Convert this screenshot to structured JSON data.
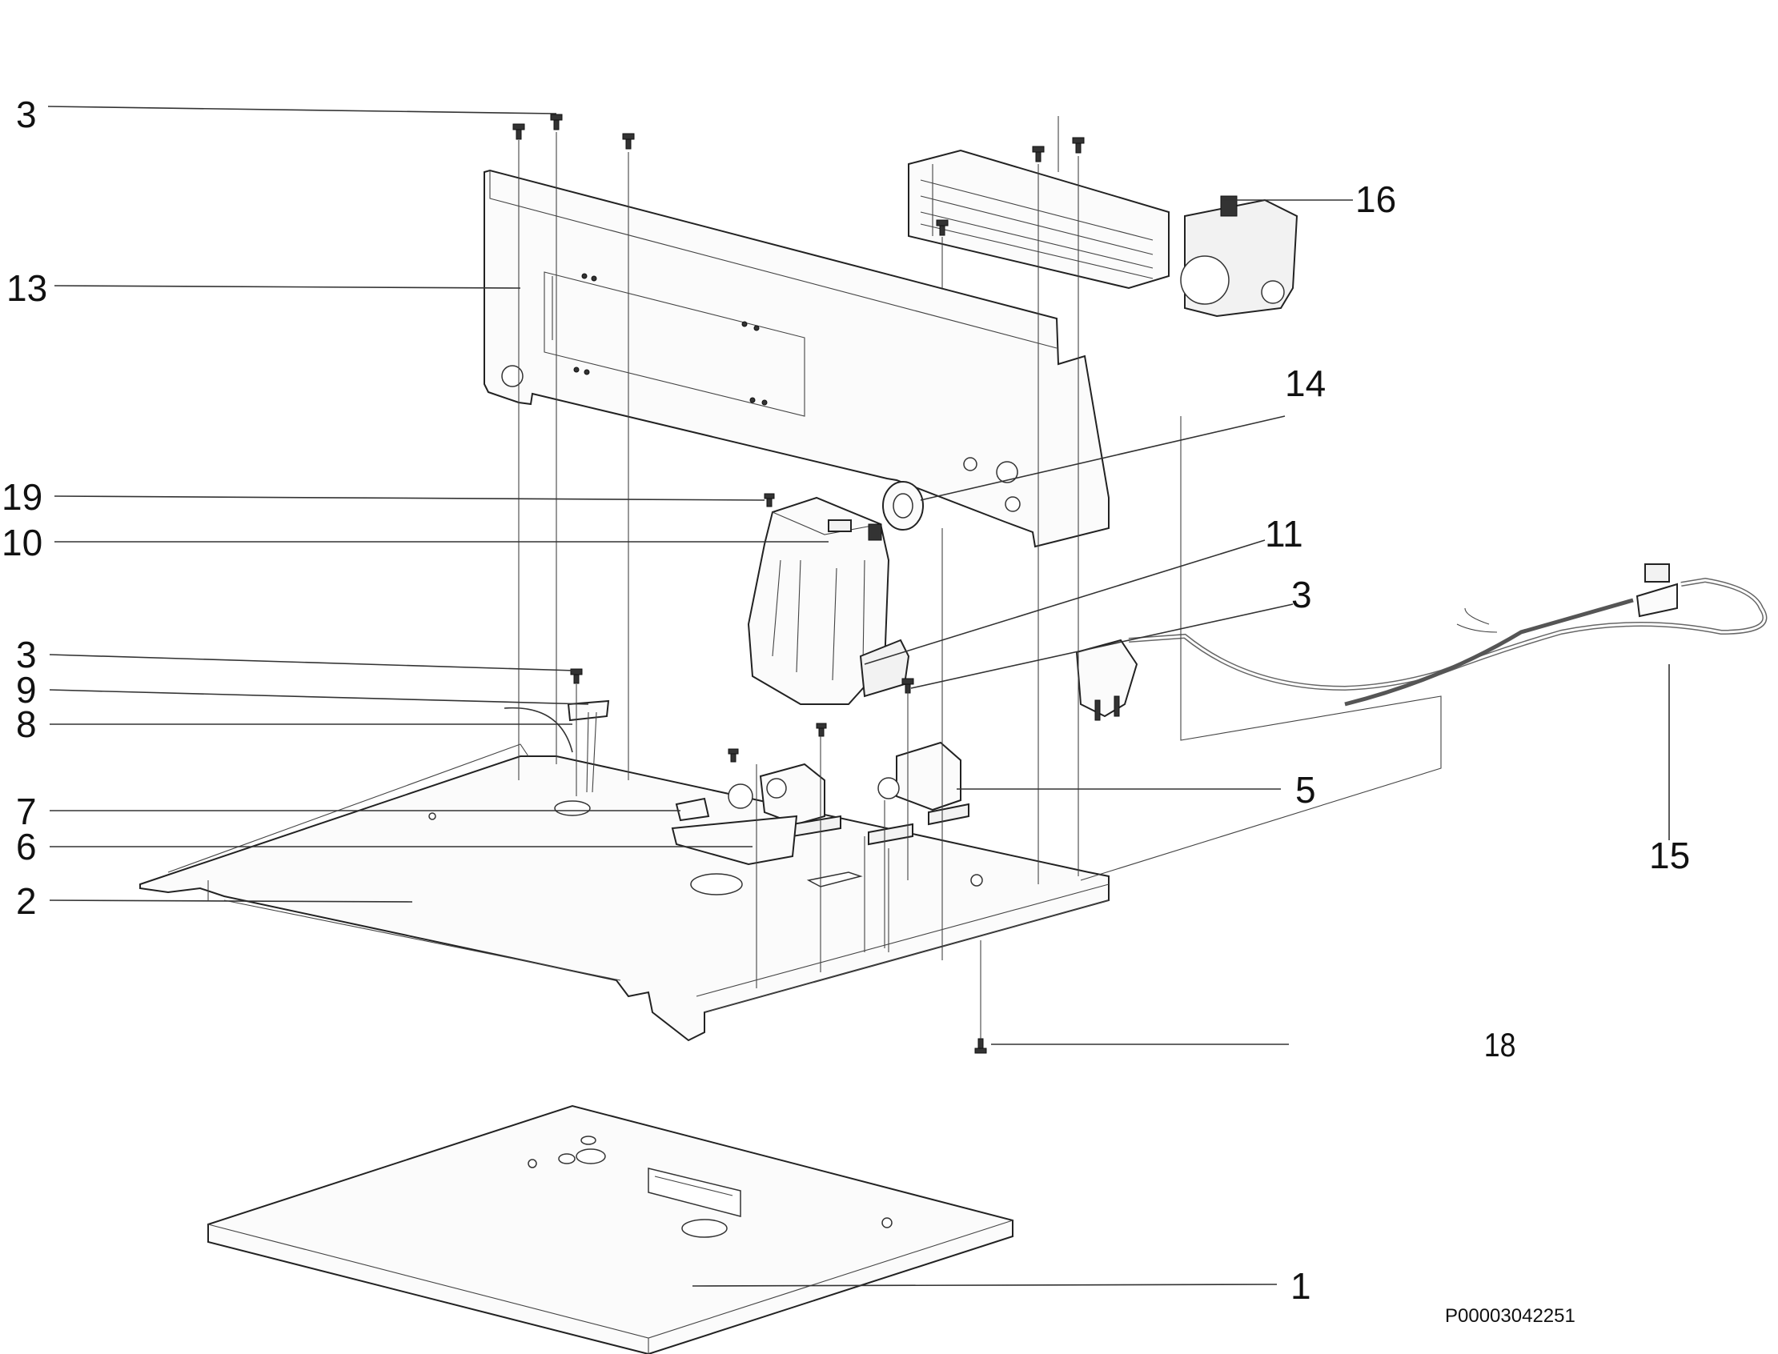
{
  "diagram": {
    "reference_code": "P00003042251",
    "callouts": [
      {
        "id": "c3a",
        "label": "3"
      },
      {
        "id": "c13",
        "label": "13"
      },
      {
        "id": "c16",
        "label": "16"
      },
      {
        "id": "c14",
        "label": "14"
      },
      {
        "id": "c19",
        "label": "19"
      },
      {
        "id": "c10",
        "label": "10"
      },
      {
        "id": "c11",
        "label": "11"
      },
      {
        "id": "c3b",
        "label": "3"
      },
      {
        "id": "c3c",
        "label": "3"
      },
      {
        "id": "c9",
        "label": "9"
      },
      {
        "id": "c8",
        "label": "8"
      },
      {
        "id": "c5",
        "label": "5"
      },
      {
        "id": "c7",
        "label": "7"
      },
      {
        "id": "c6",
        "label": "6"
      },
      {
        "id": "c15",
        "label": "15"
      },
      {
        "id": "c2",
        "label": "2"
      },
      {
        "id": "c18",
        "label": "18"
      },
      {
        "id": "c1",
        "label": "1"
      }
    ]
  }
}
